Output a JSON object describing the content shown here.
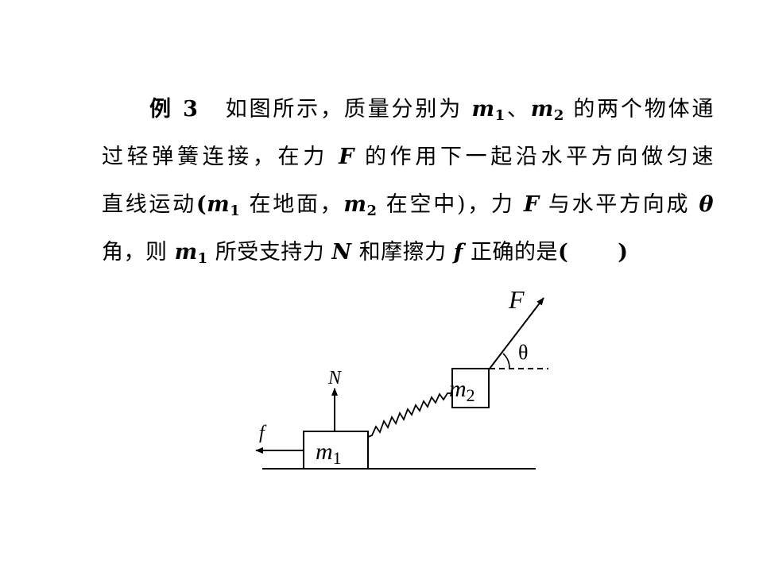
{
  "problem": {
    "label": "例 3",
    "line1_a": "如图所示，质量分别为 ",
    "m": "m",
    "sub1": "1",
    "sub2": "2",
    "sep": "、",
    "line1_b": " 的两个物体通",
    "line2_a": "过轻弹簧连接，在力 ",
    "F": "F",
    "line2_b": " 的作用下一起沿水平方向做匀速",
    "line3_a": "直线运动",
    "open_paren": "(",
    "line3_b": " 在地面，",
    "line3_c": " 在空中)",
    "line3_d": "，力 ",
    "line3_e": " 与水平方向成 ",
    "theta": "θ",
    "line4_a": "角，则 ",
    "line4_b": " 所受支持力 ",
    "N": "N",
    "line4_c": " 和摩擦力 ",
    "f": "f",
    "line4_d": " 正确的是",
    "answer_open": "(",
    "answer_close": ")"
  },
  "figure": {
    "label_F": "F",
    "label_theta": "θ",
    "label_N": "N",
    "label_f": "f",
    "label_m": "m",
    "sub_1": "1",
    "sub_2": "2"
  }
}
